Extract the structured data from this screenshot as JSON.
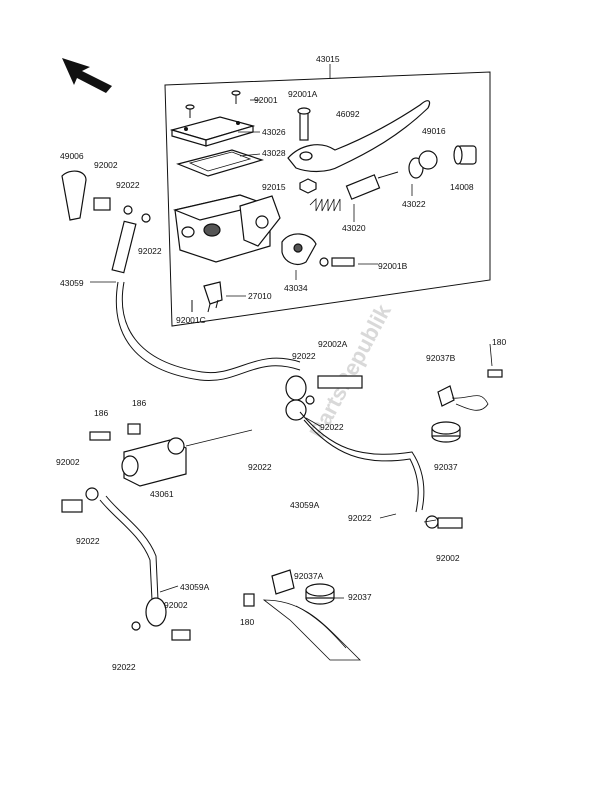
{
  "diagram": {
    "watermark": "PartsRepublik",
    "labels": {
      "p43015": "43015",
      "p92001": "92001",
      "p92001a": "92001A",
      "p46092": "46092",
      "p49016": "49016",
      "p43026": "43026",
      "p43028": "43028",
      "p49006": "49006",
      "p92002_top": "92002",
      "p92022_a": "92022",
      "p92022_b": "92022",
      "p92015": "92015",
      "p43022": "43022",
      "p14008": "14008",
      "p43020": "43020",
      "p92001b": "92001B",
      "p43059": "43059",
      "p43034": "43034",
      "p27010": "27010",
      "p92001c": "92001C",
      "p92002a": "92002A",
      "p92022_c": "92022",
      "p180_top": "180",
      "p92037b": "92037B",
      "p186_a": "186",
      "p186_b": "186",
      "p92022_d": "92022",
      "p92022_e": "92022",
      "p92037": "92037",
      "p92002_left": "92002",
      "p43061": "43061",
      "p43059a_mid": "43059A",
      "p92022_f": "92022",
      "p92002_right": "92002",
      "p92022_g": "92022",
      "p43059a_low": "43059A",
      "p92037a": "92037A",
      "p92037_low": "92037",
      "p92002_low": "92002",
      "p180_low": "180",
      "p92022_h": "92022"
    }
  }
}
